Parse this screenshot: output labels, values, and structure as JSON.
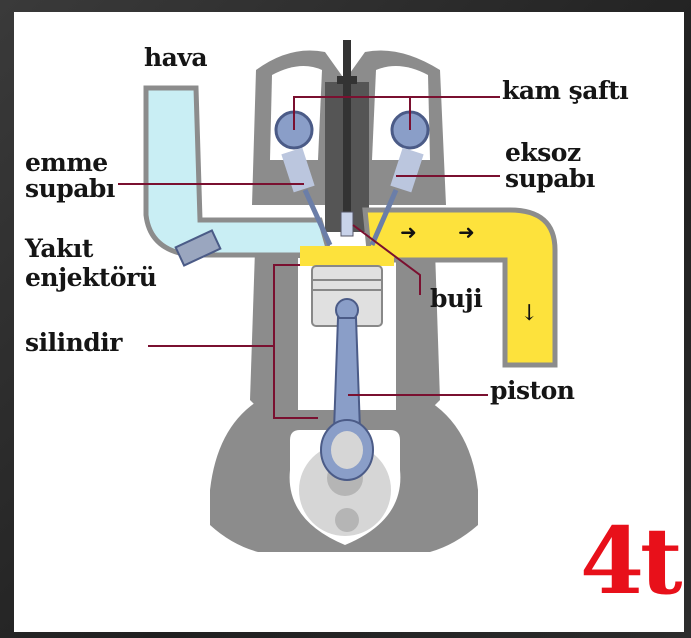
{
  "labels": {
    "hava": "hava",
    "kam_safti": "kam şaftı",
    "emme_supabi_1": "emme",
    "emme_supabi_2": "supabı",
    "eksoz_supabi_1": "eksoz",
    "eksoz_supabi_2": "supabı",
    "yakit_enjektoru_1": "Yakıt",
    "yakit_enjektoru_2": "enjektörü",
    "buji": "buji",
    "silindir": "silindir",
    "piston": "piston"
  },
  "stroke_label": "4t",
  "colors": {
    "intake": "#c9eef4",
    "exhaust": "#fde23c",
    "block": "#8c8c8c",
    "leader": "#7a1030",
    "stroke_label": "#e8101a"
  }
}
